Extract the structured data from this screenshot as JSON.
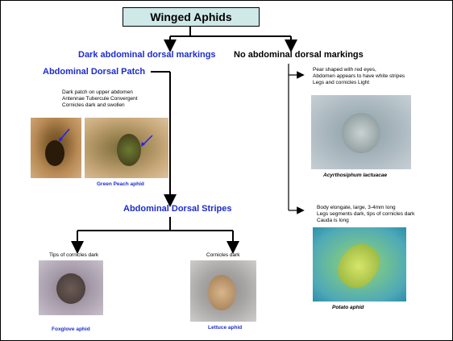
{
  "title": "Winged Aphids",
  "branches": {
    "dark": "Dark abdominal dorsal markings",
    "none": "No abdominal dorsal markings"
  },
  "patch": {
    "heading": "Abdominal Dorsal Patch",
    "desc": [
      "Dark patch on upper abdomen",
      "Antennae Tubercule Convergent",
      "Cornicles dark and swollen"
    ],
    "caption": "Green Peach aphid"
  },
  "stripes": {
    "heading": "Abdominal Dorsal Stripes",
    "left": {
      "desc": "Tips of cornicles dark",
      "caption": "Foxglove aphid"
    },
    "right": {
      "desc": "Cornicles dark",
      "caption": "Lettuce aphid"
    }
  },
  "acyrtho": {
    "desc": [
      "Pear shaped with red eyes,",
      "Abdomen appears to have white stripes",
      "Legs and cornicles Light"
    ],
    "caption": "Acyrthosiphum lactuacae"
  },
  "potato": {
    "desc": [
      "Body elongate, large, 3-4mm long",
      "Legs segments dark, tips of cornicles dark",
      "Cauda is long"
    ],
    "caption": "Potato aphid"
  },
  "colors": {
    "title_bg": "#cfe8e8",
    "heading_blue": "#1c2ccc",
    "arrow": "#000000",
    "pointer_arrow": "#2222ee"
  }
}
